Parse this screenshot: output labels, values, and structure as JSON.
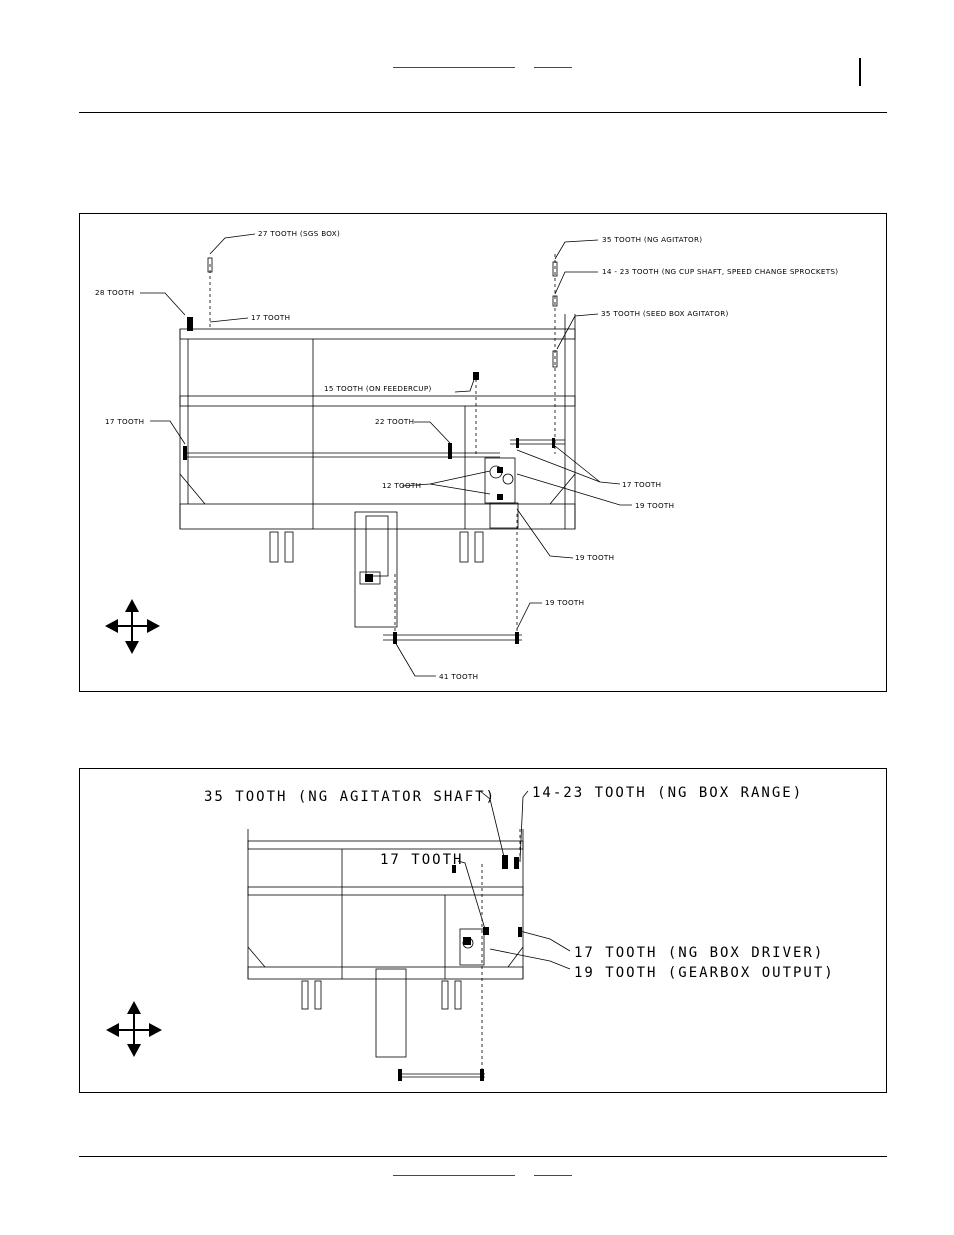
{
  "figure_top": {
    "labels": {
      "t27": "27 TOOTH (SGS BOX)",
      "t28": "28 TOOTH",
      "t17a": "17 TOOTH",
      "t35a": "35 TOOTH (NG AGITATOR)",
      "t1423": "14 - 23 TOOTH (NG CUP SHAFT, SPEED CHANGE SPROCKETS)",
      "t35b": "35 TOOTH (SEED BOX AGITATOR)",
      "t15": "15 TOOTH (ON FEEDERCUP)",
      "t17b": "17 TOOTH",
      "t22": "22 TOOTH",
      "t12": "12 TOOTH",
      "t17c": "17 TOOTH",
      "t19a": "19 TOOTH",
      "t19b": "19 TOOTH",
      "t19c": "19 TOOTH",
      "t41": "41 TOOTH"
    }
  },
  "figure_bottom": {
    "labels": {
      "t35": "35 TOOTH (NG AGITATOR SHAFT)",
      "t1423": "14-23 TOOTH (NG BOX RANGE)",
      "t17": "17 TOOTH",
      "t17d": "17 TOOTH (NG BOX DRIVER)",
      "t19": "19 TOOTH (GEARBOX OUTPUT)"
    }
  }
}
